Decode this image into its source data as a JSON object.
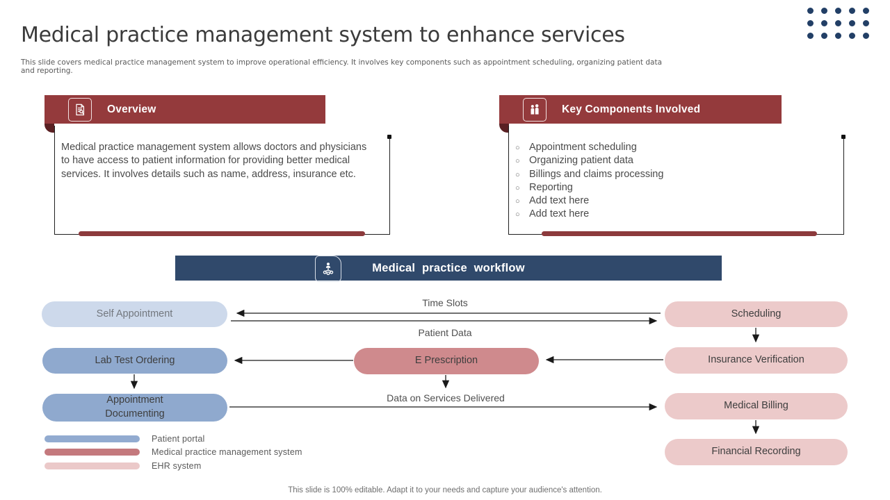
{
  "slide": {
    "title": "Medical practice management system to enhance services",
    "subtitle": "This slide covers medical practice management  system to improve operational efficiency. It involves key components such as  appointment  scheduling, organizing patient data and reporting.",
    "footer": "This slide is 100% editable. Adapt it to your needs and capture your audience's attention."
  },
  "overview_card": {
    "title": "Overview",
    "icon": "document-search-icon",
    "body": "Medical practice management system allows doctors and physicians to have access to patient information for providing better medical services. It involves details such as name, address, insurance etc."
  },
  "components_card": {
    "title": "Key Components Involved",
    "icon": "people-icon",
    "items": [
      "Appointment scheduling",
      "Organizing patient data",
      "Billings and claims processing",
      "Reporting",
      "Add text here",
      "Add text here"
    ]
  },
  "workflow": {
    "title": "Medical practice workflow",
    "icon": "org-chart-icon",
    "nodes": {
      "self_appointment": "Self Appointment",
      "lab_test_ordering": "Lab Test Ordering",
      "appointment_documenting": "Appointment Documenting",
      "e_prescription": "E Prescription",
      "scheduling": "Scheduling",
      "insurance_verification": "Insurance Verification",
      "medical_billing": "Medical Billing",
      "financial_recording": "Financial Recording"
    },
    "edge_labels": {
      "time_slots": "Time Slots",
      "patient_data": "Patient Data",
      "data_on_services": "Data on Services Delivered"
    },
    "legend": [
      {
        "label": "Patient portal",
        "color": "#92abd0"
      },
      {
        "label": "Medical practice management system",
        "color": "#c4797d"
      },
      {
        "label": "EHR system",
        "color": "#ebc9c9"
      }
    ]
  },
  "colors": {
    "maroon": "#943a3c",
    "maroon_dark": "#5a2023",
    "navy": "#30496b",
    "dot_navy": "#223f66",
    "blue_pill": "#8fa9ce",
    "light_blue_pill": "#cdd9eb",
    "rose_pill": "#cf8a8d",
    "pink_pill": "#eccaca"
  }
}
